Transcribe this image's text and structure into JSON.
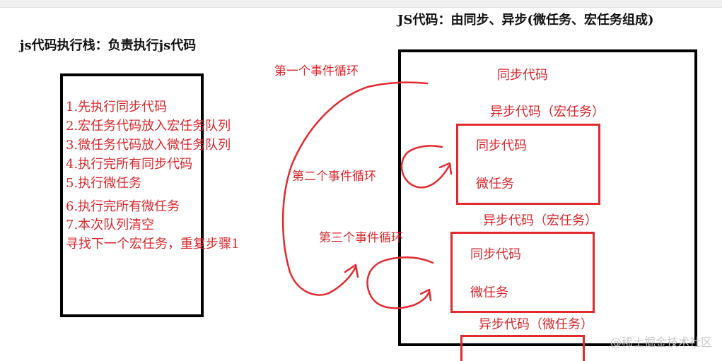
{
  "header_right": "JS代码：由同步、异步(微任务、宏任务组成)",
  "stack_title": "js代码执行栈：负责执行js代码",
  "steps": [
    "1.先执行同步代码",
    "2.宏任务代码放入宏任务队列",
    "3.微任务代码放入微任务队列",
    "4.执行完所有同步代码",
    "5.执行微任务",
    "6.执行完所有微任务",
    "7.本次队列清空",
    "寻找下一个宏任务，重复步骤1"
  ],
  "loops": {
    "first": "第一个事件循环",
    "second": "第二个事件循环",
    "third": "第三个事件循环"
  },
  "code_box": {
    "sync_top": "同步代码",
    "macro1_label": "异步代码（宏任务）",
    "macro1_sync": "同步代码",
    "macro1_micro": "微任务",
    "macro2_label": "异步代码（宏任务）",
    "macro2_sync": "同步代码",
    "macro2_micro": "微任务",
    "micro_label": "异步代码（微任务）"
  },
  "watermark": "@稀土掘金技术社区",
  "colors": {
    "ink": "#111111",
    "red": "#d8262b"
  }
}
